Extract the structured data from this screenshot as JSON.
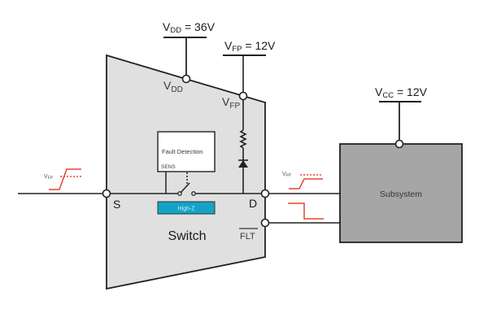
{
  "diagram": {
    "supplies": {
      "vdd": {
        "label_main": "V",
        "label_sub": "DD",
        "label_value": " = 36V"
      },
      "vfp": {
        "label_main": "V",
        "label_sub": "FP",
        "label_value": " = 12V"
      },
      "vcc": {
        "label_main": "V",
        "label_sub": "CC",
        "label_value": " = 12V"
      }
    },
    "switch": {
      "title": "Switch",
      "pins": {
        "vdd": {
          "main": "V",
          "sub": "DD"
        },
        "vfp": {
          "main": "V",
          "sub": "FP"
        },
        "s": "S",
        "d": "D",
        "flt": "FLT"
      },
      "fault_detection": {
        "title": "Fault Detection",
        "sens": "SENS"
      },
      "high_z": "High-Z"
    },
    "subsystem": {
      "title": "Subsystem"
    },
    "waveforms": {
      "input": {
        "label_main": "V",
        "label_sub": "FP",
        "shape": "rising-edge"
      },
      "drain_output": {
        "label_main": "V",
        "label_sub": "FP",
        "shape": "rising-edge"
      },
      "fault_output": {
        "shape": "falling-edge"
      }
    },
    "colors": {
      "switch_fill": "#e0e0e0",
      "subsystem_fill": "#a6a6a6",
      "high_z_fill": "#14a3c7",
      "waveform_red": "#e8442e",
      "wire": "#222222"
    }
  }
}
